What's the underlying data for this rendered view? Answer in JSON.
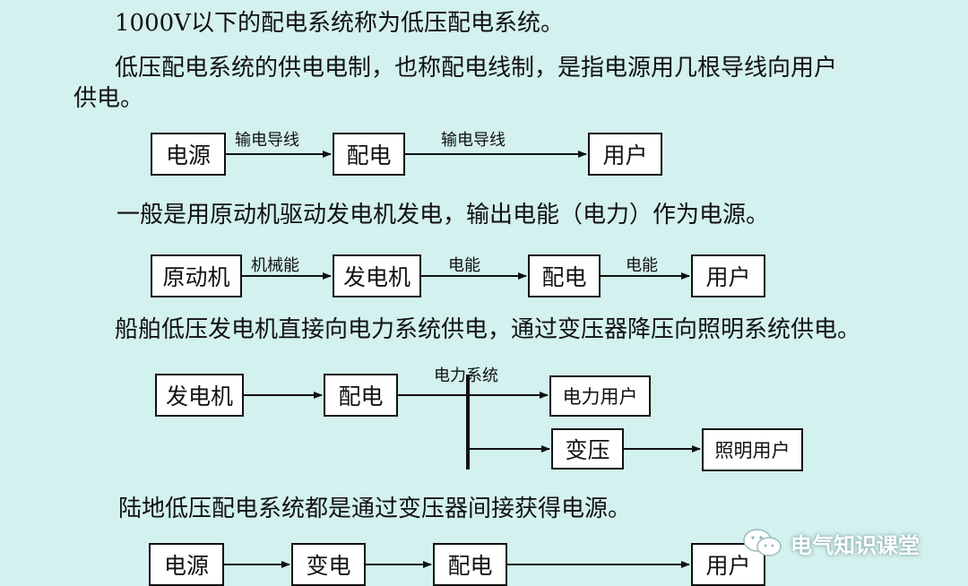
{
  "paragraphs": {
    "p1": "1000V以下的配电系统称为低压配电系统。",
    "p2a": "低压配电系统的供电电制，也称配电线制，是指电源用几根导线向用户",
    "p2b": "供电。",
    "p3": "一般是用原动机驱动发电机发电，输出电能（电力）作为电源。",
    "p4": "船舶低压发电机直接向电力系统供电，通过变压器降压向照明系统供电。",
    "p5": "陆地低压配电系统都是通过变压器间接获得电源。"
  },
  "diagram1": {
    "boxes": [
      "电源",
      "配电",
      "用户"
    ],
    "labels": [
      "输电导线",
      "输电导线"
    ]
  },
  "diagram2": {
    "boxes": [
      "原动机",
      "发电机",
      "配电",
      "用户"
    ],
    "labels": [
      "机械能",
      "电能",
      "电能"
    ]
  },
  "diagram3": {
    "boxes": [
      "发电机",
      "配电",
      "电力用户",
      "变压",
      "照明用户"
    ],
    "bus_label": "电力系统"
  },
  "diagram4": {
    "boxes": [
      "电源",
      "变电",
      "配电",
      "用户"
    ]
  },
  "watermark": {
    "text": "电气知识课堂",
    "icon": "wechat-icon"
  }
}
